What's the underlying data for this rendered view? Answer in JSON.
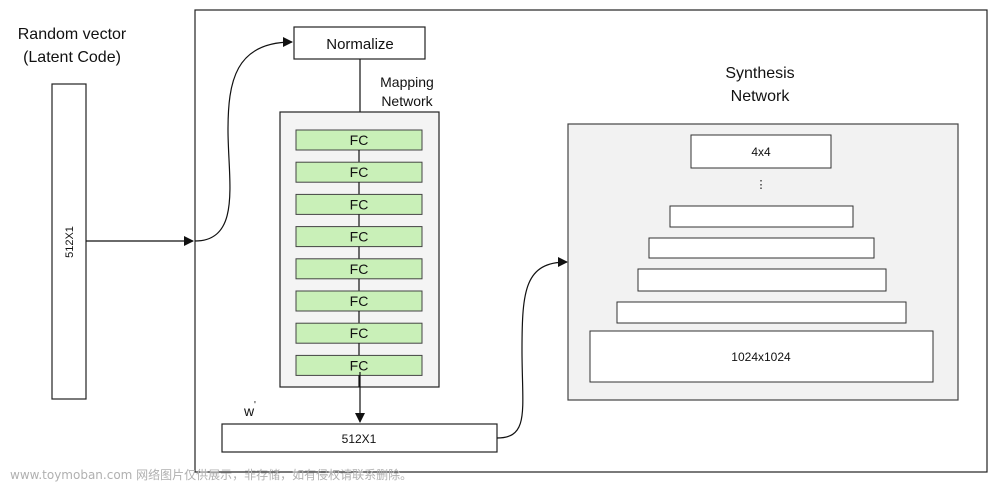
{
  "input": {
    "title_line1": "Random vector",
    "title_line2": "(Latent Code)",
    "vector_label": "512X1"
  },
  "mapping": {
    "normalize_label": "Normalize",
    "title_line1": "Mapping",
    "title_line2": "Network",
    "layers": [
      "FC",
      "FC",
      "FC",
      "FC",
      "FC",
      "FC",
      "FC",
      "FC"
    ],
    "w_label": "w",
    "w_vector_label": "512X1"
  },
  "synthesis": {
    "title_line1": "Synthesis",
    "title_line2": "Network",
    "top_block_label": "4x4",
    "ellipsis": "⋮",
    "middle_blocks": [
      "",
      "",
      "",
      ""
    ],
    "bottom_block_label": "1024x1024"
  },
  "watermark": "www.toymoban.com 网络图片仅供展示，非存储，如有侵权请联系删除。",
  "colors": {
    "fc_fill": "#c9f0b8",
    "fc_stroke": "#444444",
    "synthesis_panel": "#f2f2f2",
    "mapping_panel": "#f4f4f4",
    "line": "#111111"
  }
}
